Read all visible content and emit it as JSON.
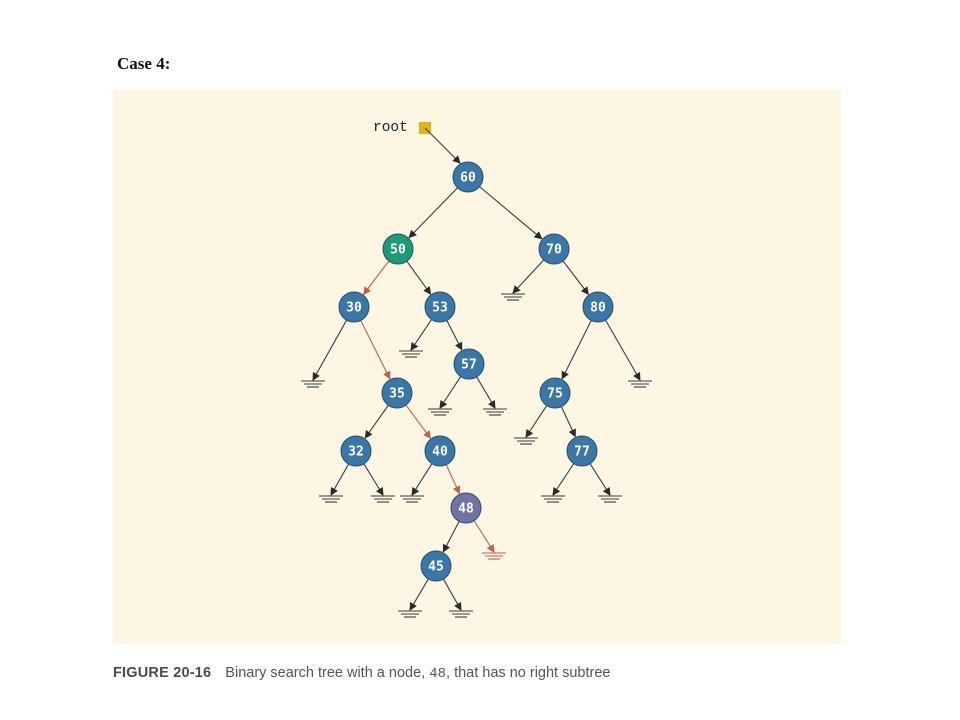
{
  "heading": "Case 4:",
  "caption": {
    "label": "FIGURE 20-16",
    "text_before": "Binary search tree with a node,",
    "key": "48",
    "text_after": ", that has no right subtree"
  },
  "diagram": {
    "root_label": "root",
    "colors": {
      "panel": "#fdf6e3",
      "node": "#3a77a7",
      "node_highlight": "#1e9a74",
      "node_target": "#7471a3",
      "edge": "#3a3a3a",
      "edge_path": "#c0614a",
      "root_box": "#e2b321"
    },
    "nodes": [
      {
        "id": "60",
        "label": "60",
        "style": "normal"
      },
      {
        "id": "50",
        "label": "50",
        "style": "highlight"
      },
      {
        "id": "70",
        "label": "70",
        "style": "normal"
      },
      {
        "id": "30",
        "label": "30",
        "style": "normal"
      },
      {
        "id": "53",
        "label": "53",
        "style": "normal"
      },
      {
        "id": "80",
        "label": "80",
        "style": "normal"
      },
      {
        "id": "57",
        "label": "57",
        "style": "normal"
      },
      {
        "id": "35",
        "label": "35",
        "style": "normal"
      },
      {
        "id": "75",
        "label": "75",
        "style": "normal"
      },
      {
        "id": "32",
        "label": "32",
        "style": "normal"
      },
      {
        "id": "40",
        "label": "40",
        "style": "normal"
      },
      {
        "id": "77",
        "label": "77",
        "style": "normal"
      },
      {
        "id": "48",
        "label": "48",
        "style": "target"
      },
      {
        "id": "45",
        "label": "45",
        "style": "normal"
      }
    ],
    "edges": [
      {
        "from": "60",
        "to": "50",
        "path": false
      },
      {
        "from": "60",
        "to": "70",
        "path": false
      },
      {
        "from": "50",
        "to": "30",
        "path": true
      },
      {
        "from": "50",
        "to": "53",
        "path": false
      },
      {
        "from": "70",
        "to": "null-70L",
        "path": false
      },
      {
        "from": "70",
        "to": "80",
        "path": false
      },
      {
        "from": "30",
        "to": "null-30L",
        "path": false
      },
      {
        "from": "30",
        "to": "35",
        "path": true
      },
      {
        "from": "53",
        "to": "null-53L",
        "path": false
      },
      {
        "from": "53",
        "to": "57",
        "path": false
      },
      {
        "from": "57",
        "to": "null-57L",
        "path": false
      },
      {
        "from": "57",
        "to": "null-57R",
        "path": false
      },
      {
        "from": "80",
        "to": "75",
        "path": false
      },
      {
        "from": "80",
        "to": "null-80R",
        "path": false
      },
      {
        "from": "35",
        "to": "32",
        "path": false
      },
      {
        "from": "35",
        "to": "40",
        "path": true
      },
      {
        "from": "75",
        "to": "null-75L",
        "path": false
      },
      {
        "from": "75",
        "to": "77",
        "path": false
      },
      {
        "from": "32",
        "to": "null-32L",
        "path": false
      },
      {
        "from": "32",
        "to": "null-32R",
        "path": false
      },
      {
        "from": "40",
        "to": "null-40L",
        "path": false
      },
      {
        "from": "40",
        "to": "48",
        "path": true
      },
      {
        "from": "77",
        "to": "null-77L",
        "path": false
      },
      {
        "from": "77",
        "to": "null-77R",
        "path": false
      },
      {
        "from": "48",
        "to": "45",
        "path": false
      },
      {
        "from": "48",
        "to": "null-48R",
        "path": true
      },
      {
        "from": "45",
        "to": "null-45L",
        "path": false
      },
      {
        "from": "45",
        "to": "null-45R",
        "path": false
      }
    ]
  }
}
